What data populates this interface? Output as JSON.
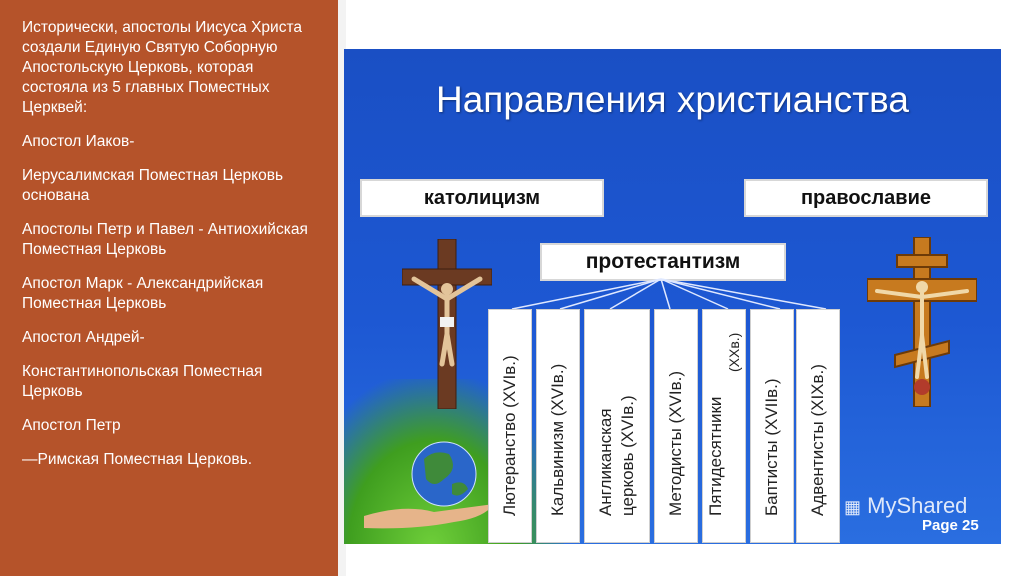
{
  "left_text": [
    "Исторически, апостолы Иисуса Христа создали Единую Святую Соборную Апостольскую Церковь, которая состояла из 5 главных Поместных Церквей:",
    "Апостол Иаков-",
    "Иерусалимская Поместная Церковь основана",
    "Апостолы Петр и Павел - Антиохийская Поместная Церковь",
    "Апостол Марк - Александрийская Поместная Церковь",
    "Апостол Андрей-",
    "Константинопольская Поместная Церковь",
    "Апостол Петр",
    "—Римская Поместная Церковь."
  ],
  "slide": {
    "title": "Направления христианства",
    "catholic": "католицизм",
    "orthodox": "православие",
    "protestant": "протестантизм",
    "columns": [
      {
        "line1": "Лютеранство (XVIв.)",
        "line2": ""
      },
      {
        "line1": "Кальвинизм (XVIв.)",
        "line2": ""
      },
      {
        "line1": "Англиканская",
        "line2": "церковь (XVIв.)"
      },
      {
        "line1": "Методисты (XVIв.)",
        "line2": ""
      },
      {
        "line1": "Пятидесятники",
        "line2": "(XXв.)"
      },
      {
        "line1": "Баптисты (XVIIв.)",
        "line2": ""
      },
      {
        "line1": "Адвентисты (XIXв.)",
        "line2": ""
      }
    ],
    "watermark": "MyShared",
    "page": "Page 25"
  },
  "colors": {
    "panel": "#b5532a",
    "slide_blue": "#1d58d3"
  }
}
